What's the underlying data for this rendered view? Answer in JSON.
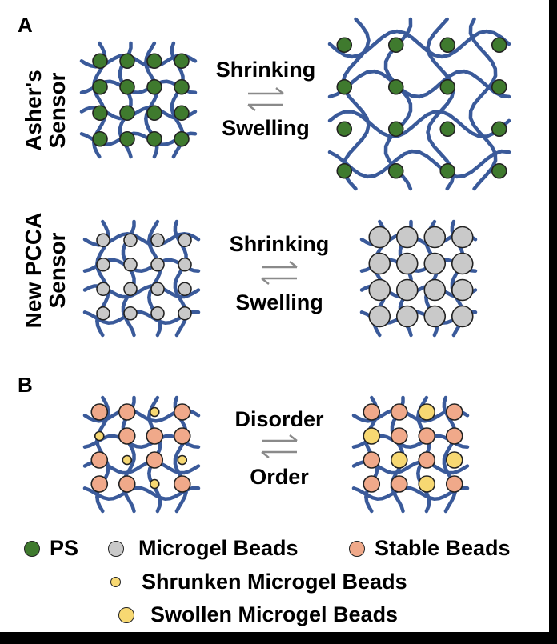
{
  "panels": {
    "a_letter": "A",
    "b_letter": "B"
  },
  "rows": {
    "asher": {
      "line1": "Asher's",
      "line2": "Sensor"
    },
    "pcca": {
      "line1": "New PCCA",
      "line2": "Sensor"
    }
  },
  "transitions": {
    "asher": {
      "top": "Shrinking",
      "bottom": "Swelling"
    },
    "pcca": {
      "top": "Shrinking",
      "bottom": "Swelling"
    },
    "b": {
      "top": "Disorder",
      "bottom": "Order"
    }
  },
  "legend": {
    "ps": "PS",
    "microgel": "Microgel Beads",
    "stable": "Stable Beads",
    "shrunken": "Shrunken Microgel Beads",
    "swollen": "Swollen Microgel Beads"
  },
  "colors": {
    "network": "#3a5a9a",
    "ps": "#3f7a2e",
    "microgel": "#c9c9c9",
    "stable": "#f0a98a",
    "shrunken": "#f7d872",
    "swollen": "#f7d872",
    "arrow": "#8a8a8a"
  }
}
